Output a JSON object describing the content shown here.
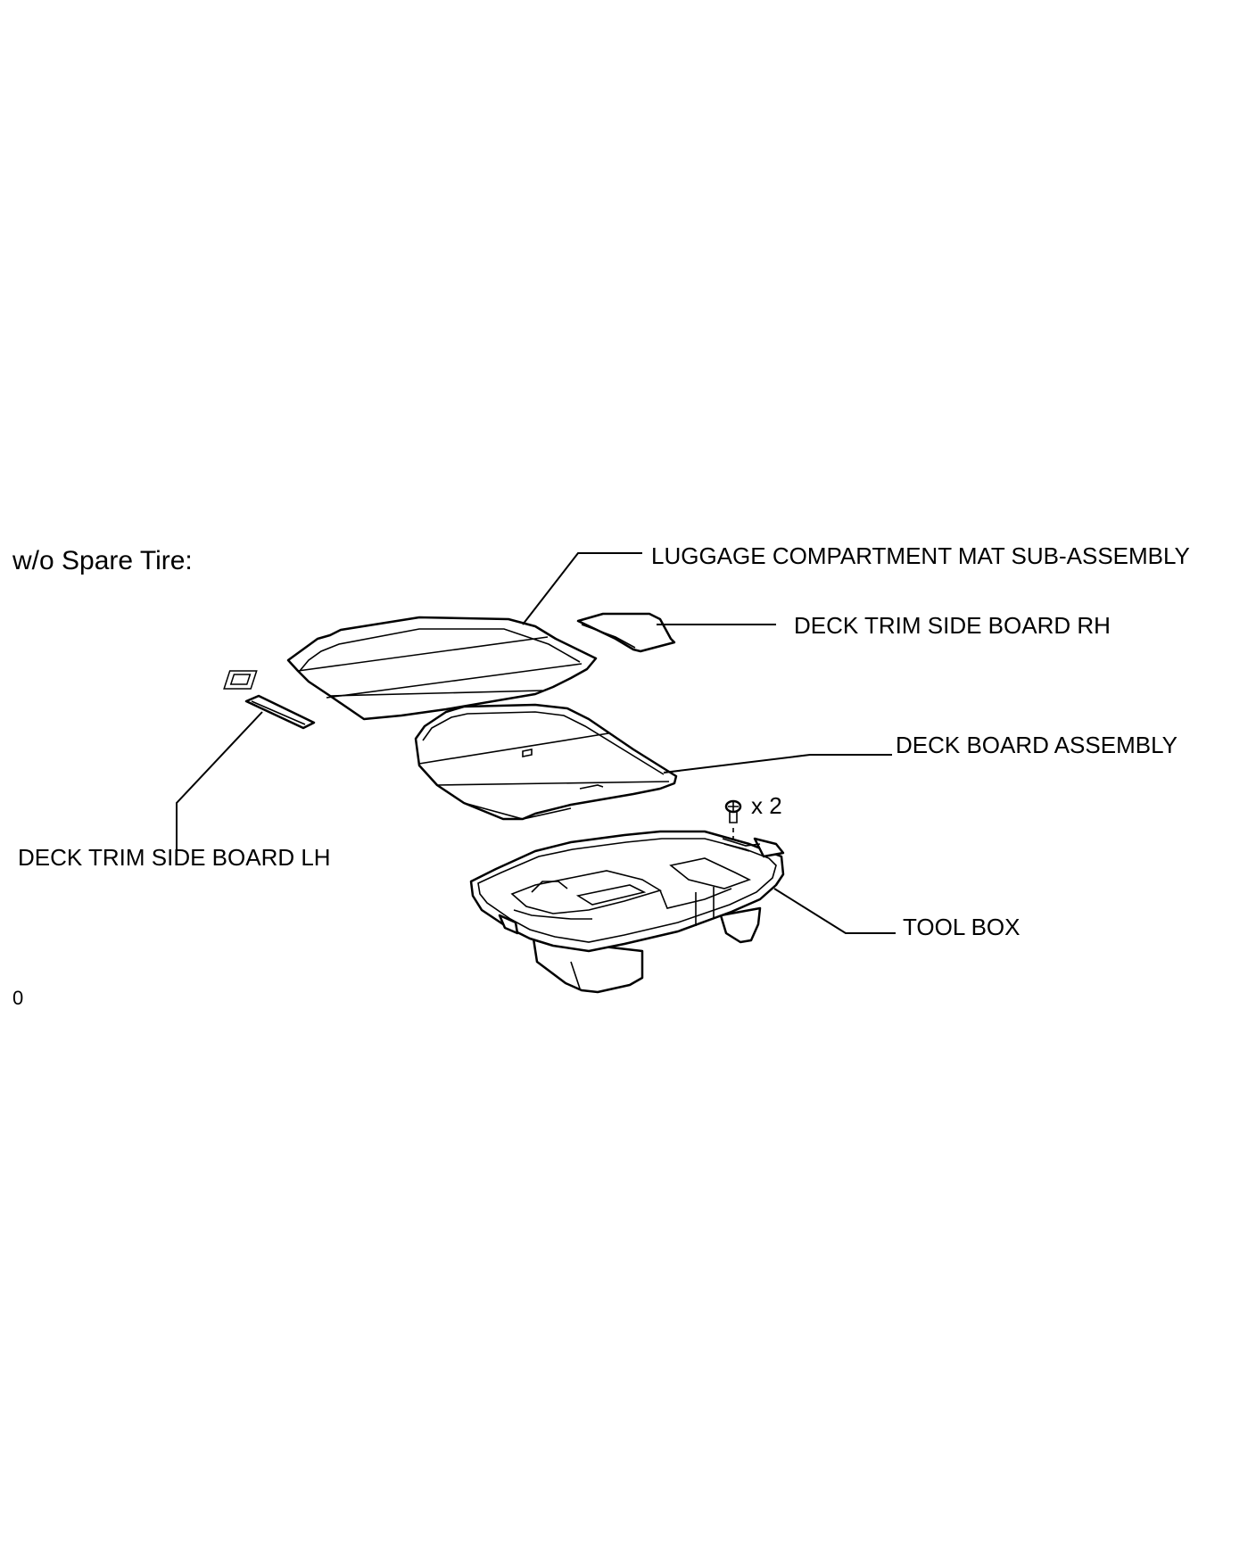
{
  "header": {
    "condition": "w/o Spare Tire:"
  },
  "callouts": {
    "luggage_mat": "LUGGAGE COMPARTMENT MAT SUB-ASSEMBLY",
    "side_board_rh": "DECK TRIM SIDE BOARD RH",
    "deck_board": "DECK BOARD ASSEMBLY",
    "side_board_lh": "DECK TRIM SIDE BOARD LH",
    "tool_box": "TOOL BOX",
    "clip_qty": "x 2"
  },
  "footer": {
    "mark": "0"
  }
}
